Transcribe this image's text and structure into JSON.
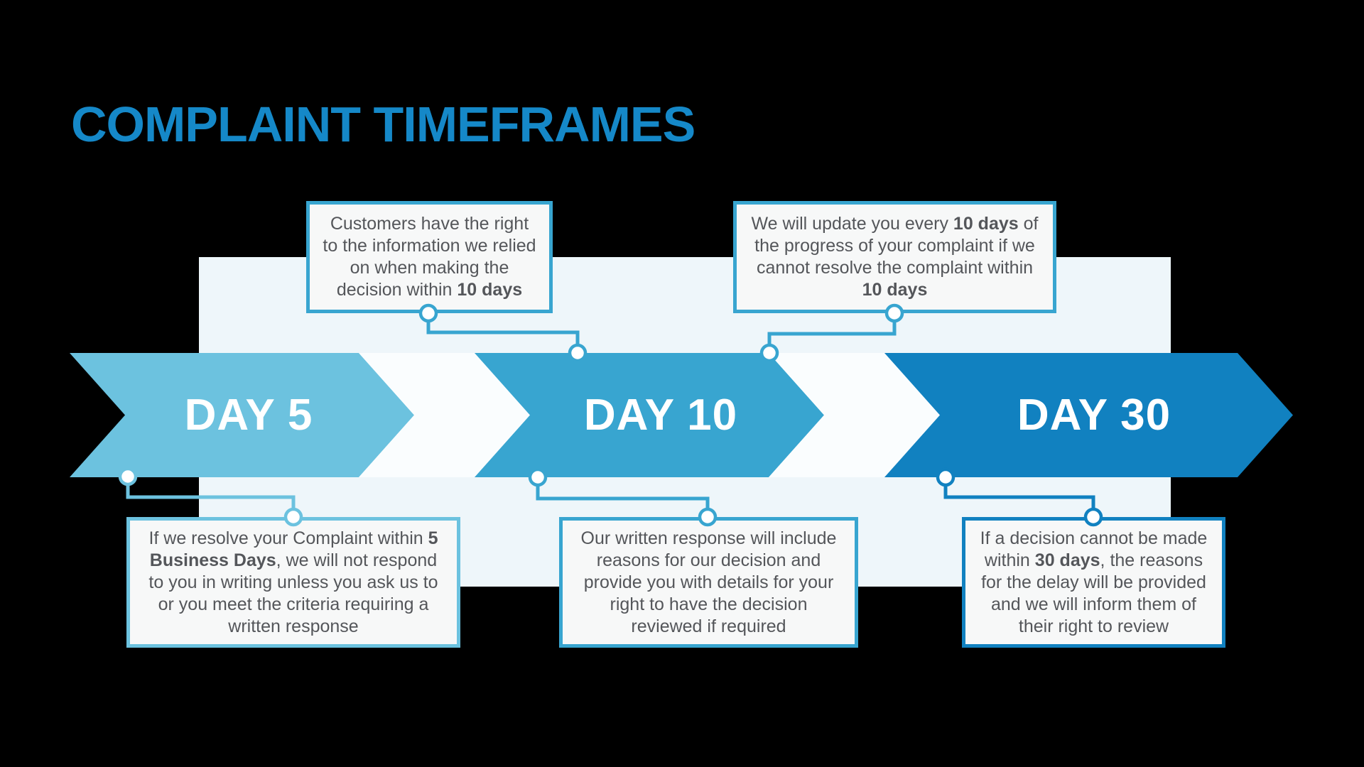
{
  "title": "COMPLAINT TIMEFRAMES",
  "colors": {
    "bg": "#000000",
    "title": "#1588c8",
    "panel": "#eef6fa",
    "gap": "#fafdfe",
    "boxfill": "#f7f8f8",
    "text": "#54565a",
    "day5": "#6cc2df",
    "day10": "#38a5d0",
    "day30": "#1181c0"
  },
  "timeline": {
    "steps": [
      {
        "label": "DAY 5",
        "color": "#6cc2df"
      },
      {
        "label": "DAY 10",
        "color": "#38a5d0"
      },
      {
        "label": "DAY 30",
        "color": "#1181c0"
      }
    ]
  },
  "callouts": {
    "information_right": {
      "links_to": "DAY 10",
      "segments": [
        {
          "text": "Customers have the right to the information we relied on when making the decision within "
        },
        {
          "text": "10 days",
          "bold": true
        }
      ]
    },
    "progress_updates": {
      "links_to": "DAY 10",
      "segments": [
        {
          "text": "We will update you every "
        },
        {
          "text": "10 days",
          "bold": true
        },
        {
          "text": " of the progress of your complaint if we cannot resolve the complaint within "
        },
        {
          "text": "10 days",
          "bold": true
        }
      ]
    },
    "resolve_within_5": {
      "links_to": "DAY 5",
      "segments": [
        {
          "text": "If we resolve your Complaint within "
        },
        {
          "text": "5 Business Days",
          "bold": true
        },
        {
          "text": ", we will not respond to you in writing unless you ask us to or you meet the criteria requiring a written response"
        }
      ]
    },
    "written_response": {
      "links_to": "DAY 10",
      "segments": [
        {
          "text": "Our written response will include reasons for our decision and provide you with details for your right to have the decision reviewed if required"
        }
      ]
    },
    "delay_reasons": {
      "links_to": "DAY 30",
      "segments": [
        {
          "text": "If a decision cannot be made within "
        },
        {
          "text": "30 days",
          "bold": true
        },
        {
          "text": ", the reasons for the delay will be provided and we will inform them of their right to review"
        }
      ]
    }
  }
}
